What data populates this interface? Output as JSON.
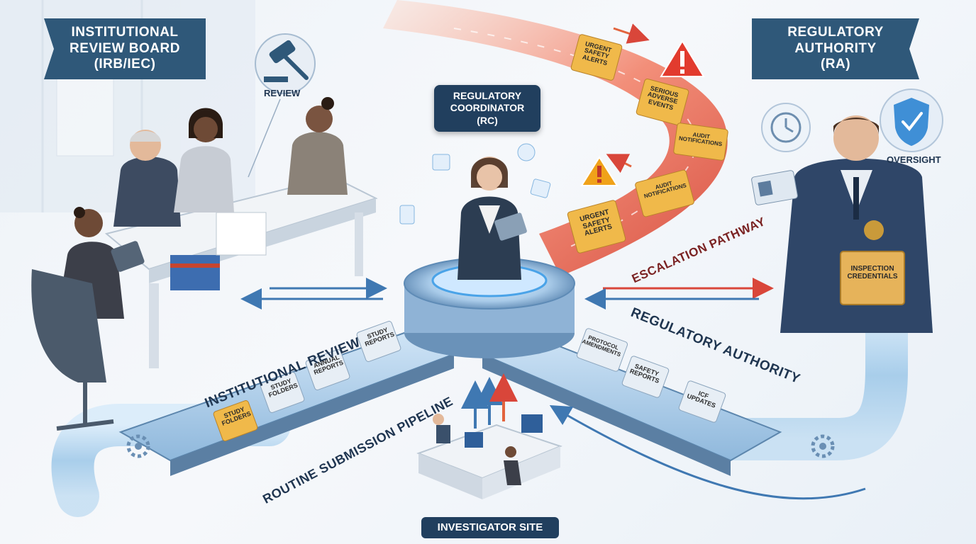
{
  "left_banner": {
    "line1": "INSTITUTIONAL",
    "line2": "REVIEW BOARD",
    "line3": "(IRB/IEC)"
  },
  "right_banner": {
    "line1": "REGULATORY",
    "line2": "AUTHORITY",
    "line3": "(RA)"
  },
  "center_box": {
    "line1": "REGULATORY",
    "line2": "COORDINATOR",
    "line3": "(RC)"
  },
  "site_box": {
    "label": "INVESTIGATOR SITE"
  },
  "review_tag": {
    "label": "REVIEW"
  },
  "oversight_tag": {
    "label": "OVERSIGHT"
  },
  "pathways": {
    "institutional": "INSTITUTIONAL REVIEW",
    "regulatory": "REGULATORY AUTHORITY",
    "routine": "ROUTINE SUBMISSION PIPELINE",
    "escalation": "ESCALATION PATHWAY"
  },
  "folders": {
    "left_belt": [
      {
        "l1": "STUDY",
        "l2": "FOLDERS"
      },
      {
        "l1": "STUDY",
        "l2": "FOLDERS"
      },
      {
        "l1": "ANNUAL",
        "l2": "REPORTS"
      },
      {
        "l1": "STUDY",
        "l2": "REPORTS"
      }
    ],
    "right_belt": [
      {
        "l1": "PROTOCOL",
        "l2": "AMENDMENTS"
      },
      {
        "l1": "SAFETY",
        "l2": "REPORTS"
      },
      {
        "l1": "ICF",
        "l2": "UPDATES"
      }
    ],
    "escalation": [
      {
        "l1": "URGENT",
        "l2": "SAFETY",
        "l3": "ALERTS"
      },
      {
        "l1": "SERIOUS",
        "l2": "ADVERSE",
        "l3": "EVENTS"
      },
      {
        "l1": "AUDIT",
        "l2": "NOTIFICATIONS",
        "l3": ""
      },
      {
        "l1": "AUDIT",
        "l2": "NOTIFICATIONS",
        "l3": ""
      },
      {
        "l1": "URGENT",
        "l2": "SAFETY",
        "l3": "ALERTS"
      }
    ]
  },
  "credentials": {
    "l1": "INSPECTION",
    "l2": "CREDENTIALS"
  },
  "colors": {
    "banner": "#2f5879",
    "center": "#213f5e",
    "escalation": "#e8503a",
    "pipeline": "#9cc7e8"
  }
}
